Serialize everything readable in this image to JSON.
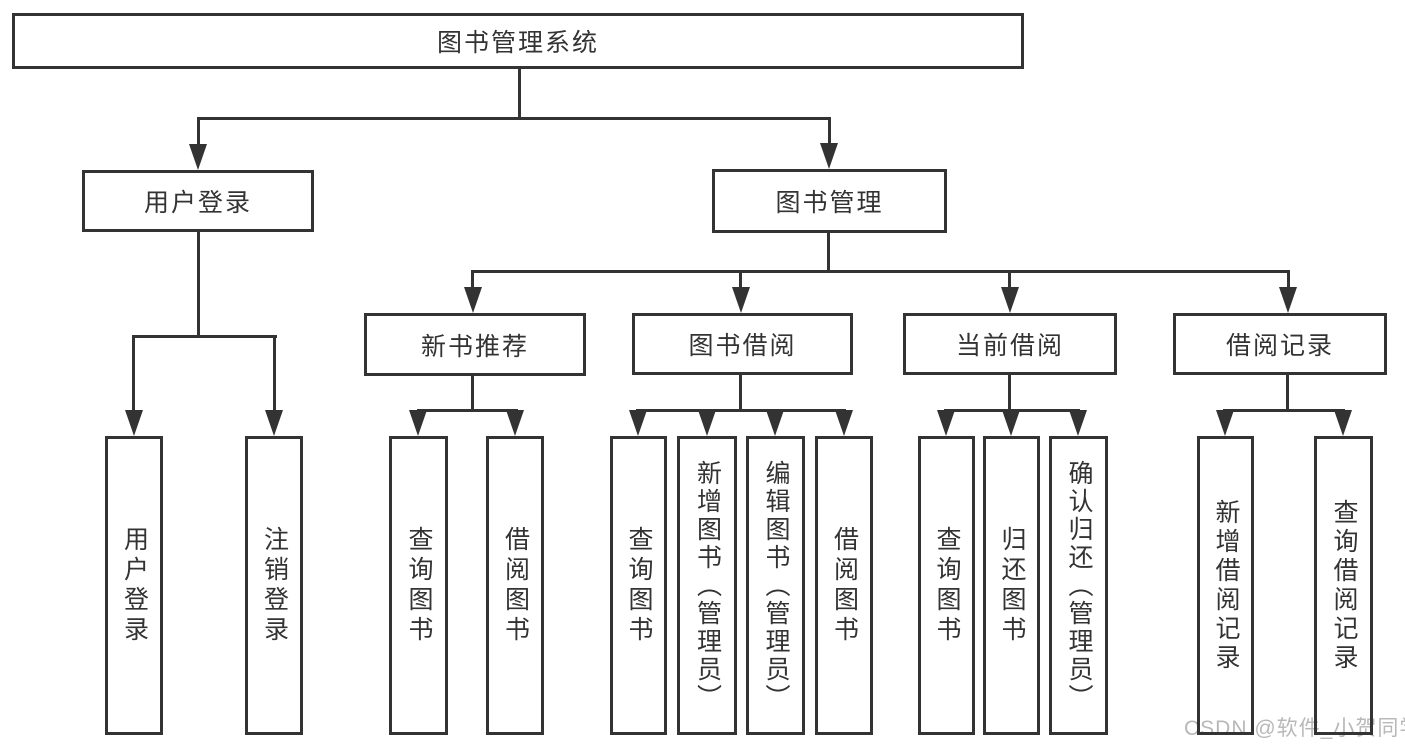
{
  "diagram": {
    "title": "图书管理系统",
    "branches": [
      {
        "label": "用户登录",
        "leaves": [
          "用户登录",
          "注销登录"
        ]
      },
      {
        "label": "图书管理",
        "groups": [
          {
            "label": "新书推荐",
            "leaves": [
              "查询图书",
              "借阅图书"
            ]
          },
          {
            "label": "图书借阅",
            "leaves": [
              "查询图书",
              "新增图书（管理员）",
              "编辑图书（管理员）",
              "借阅图书"
            ]
          },
          {
            "label": "当前借阅",
            "leaves": [
              "查询图书",
              "归还图书",
              "确认归还（管理员）"
            ]
          },
          {
            "label": "借阅记录",
            "leaves": [
              "新增借阅记录",
              "查询借阅记录"
            ]
          }
        ]
      }
    ],
    "watermark": "CSDN @软件_小贺同学",
    "colors": {
      "line": "#333333",
      "text": "#333333",
      "watermark": "#b8b8b8",
      "background": "#ffffff"
    }
  }
}
